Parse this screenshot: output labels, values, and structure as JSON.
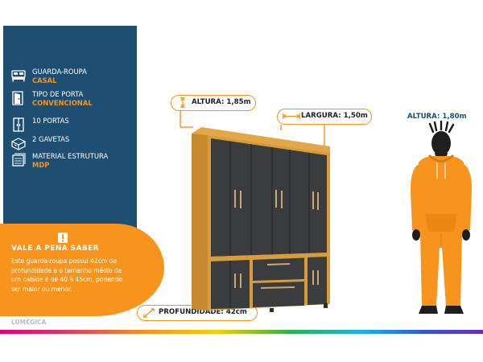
{
  "specs": [
    {
      "line1": "GUARDA-ROUPA",
      "line2": "CASAL",
      "icon": "double-bed-icon"
    },
    {
      "line1": "TIPO DE PORTA",
      "line2": "CONVENCIONAL",
      "icon": "door-icon"
    },
    {
      "line1": "10  PORTAS",
      "line2": "",
      "icon": "doors-icon"
    },
    {
      "line1": "2 GAVETAS",
      "line2": "",
      "icon": "drawers-icon"
    },
    {
      "line1": "MATERIAL ESTRUTURA",
      "line2": "MDP",
      "icon": "wood-panel-icon"
    }
  ],
  "know": {
    "title": "VALE A PENA SABER",
    "lines": [
      "Este guarda-roupa possui 42cm de",
      "profundidade e o tamanho médio de",
      "um cabide é de 40 à 45cm, podendo",
      "ser maior ou menor."
    ]
  },
  "dimensions": {
    "height": "ALTURA: 1,85m",
    "width": "LARGURA: 1,50m",
    "depth": "PROFUNDIDADE: 42cm"
  },
  "person_height": "ALTURA: 1,80m",
  "logo": "LUMEGICA",
  "colors": {
    "panel": "#1e4f73",
    "accent": "#f7941d",
    "wood": "#d79a3a",
    "doors": "#3b3c3e"
  }
}
